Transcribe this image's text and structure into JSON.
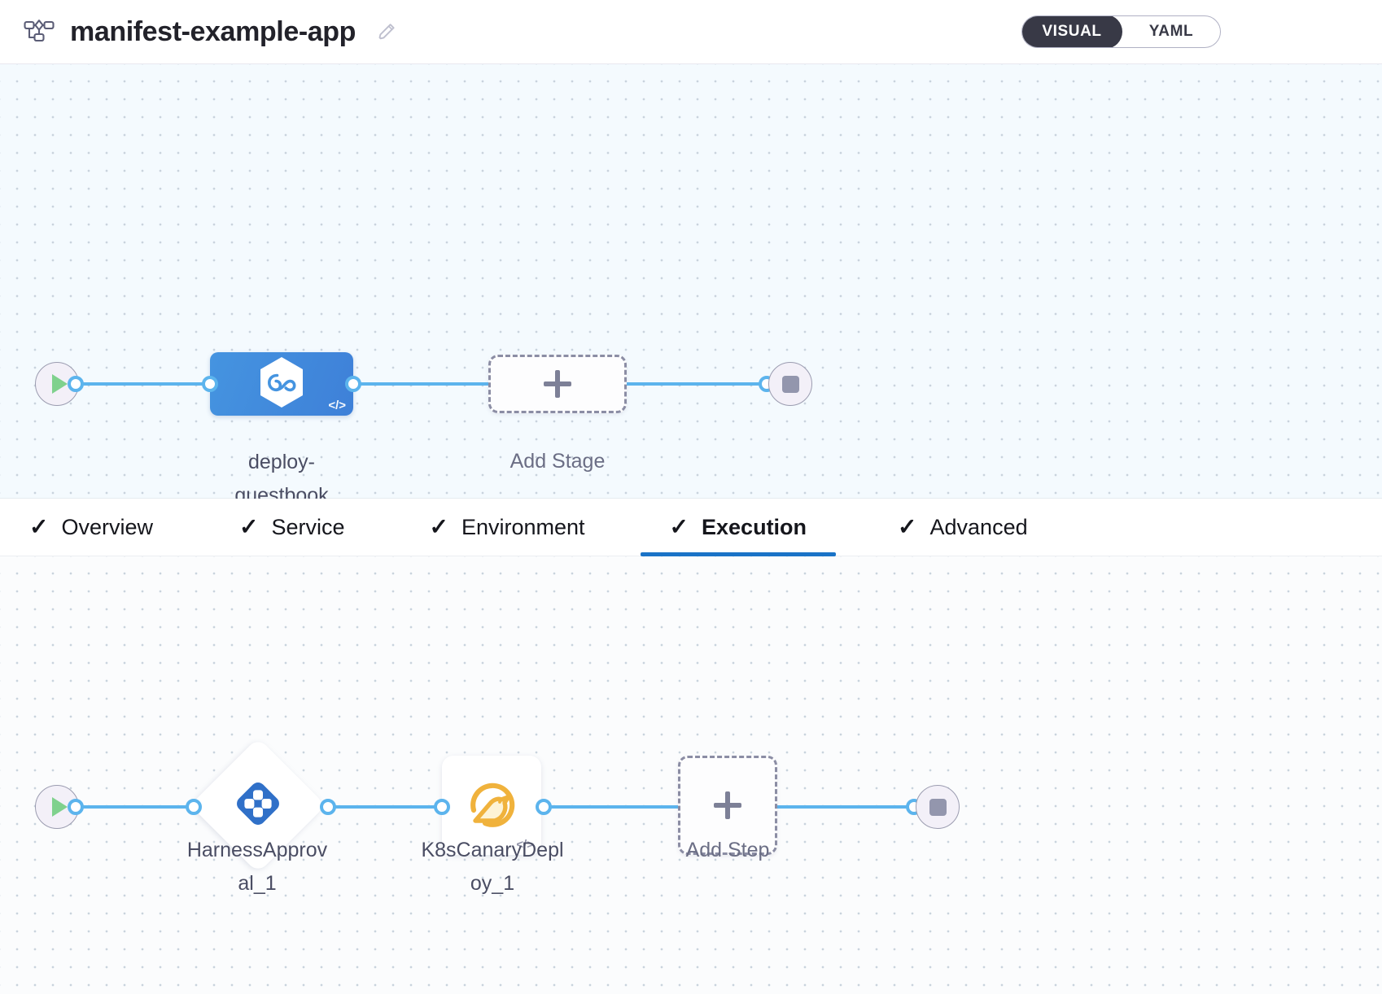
{
  "header": {
    "pipeline_icon": "pipeline-flow-icon",
    "title": "manifest-example-app",
    "edit_icon": "pencil-edit-icon",
    "mode_toggle": {
      "active": "VISUAL",
      "options": [
        "VISUAL",
        "YAML"
      ],
      "visual_label": "VISUAL",
      "yaml_label": "YAML",
      "active_bg": "#383946",
      "active_text": "#ffffff"
    }
  },
  "stage_canvas": {
    "start_node": {
      "icon": "play-icon",
      "color": "#7fd18d"
    },
    "end_node": {
      "icon": "stop-square-icon",
      "color": "#9396ad"
    },
    "stages": [
      {
        "name": "deploy-guestbook",
        "label_line1": "deploy-",
        "label_line2": "guestbook",
        "icon": "harness-hexagon-icon",
        "badge": "</>",
        "color": "#4594e0",
        "selected": true
      }
    ],
    "add_stage": {
      "label": "Add Stage",
      "icon": "plus-icon"
    }
  },
  "tabs": [
    {
      "label": "Overview",
      "check": "✓",
      "active": false
    },
    {
      "label": "Service",
      "check": "✓",
      "active": false
    },
    {
      "label": "Environment",
      "check": "✓",
      "active": false
    },
    {
      "label": "Execution",
      "check": "✓",
      "active": true
    },
    {
      "label": "Advanced",
      "check": "✓",
      "active": false
    }
  ],
  "execution_canvas": {
    "start_node": {
      "icon": "play-icon",
      "color": "#7fd18d"
    },
    "end_node": {
      "icon": "stop-square-icon",
      "color": "#9396ad"
    },
    "steps": [
      {
        "name": "HarnessApproval_1",
        "label_line1": "HarnessApprov",
        "label_line2": "al_1",
        "shape": "diamond",
        "icon": "harness-approval-icon",
        "color": "#3070c8"
      },
      {
        "name": "K8sCanaryDeploy_1",
        "label_line1": "K8sCanaryDepl",
        "label_line2": "oy_1",
        "shape": "square",
        "icon": "canary-bird-icon",
        "badge": "</>",
        "color": "#f2b134"
      }
    ],
    "add_step": {
      "label": "Add Step",
      "icon": "plus-icon"
    }
  },
  "theme": {
    "edge_color": "#5cb4ed",
    "canvas_top_bg": "#f4fafe",
    "canvas_bottom_bg": "#fbfcfd",
    "tab_active_underline": "#1a73c7"
  }
}
